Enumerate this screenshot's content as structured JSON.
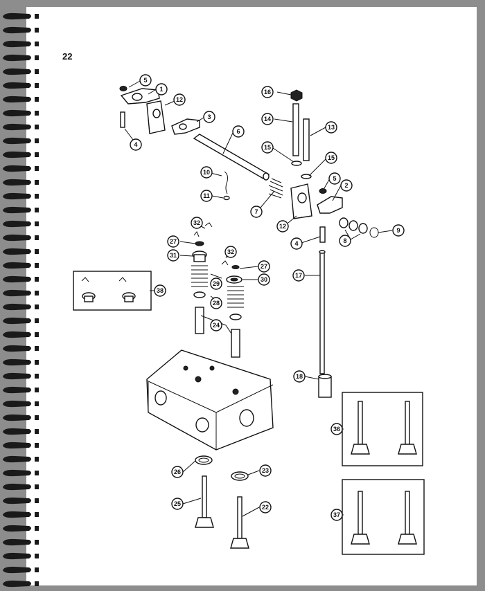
{
  "page": {
    "number": "22"
  },
  "callouts": {
    "c1": "1",
    "c2": "2",
    "c3": "3",
    "c4a": "4",
    "c4b": "4",
    "c5a": "5",
    "c5b": "5",
    "c6": "6",
    "c7": "7",
    "c8": "8",
    "c9": "9",
    "c10": "10",
    "c11": "11",
    "c12a": "12",
    "c12b": "12",
    "c13": "13",
    "c14": "14",
    "c15a": "15",
    "c15b": "15",
    "c16": "16",
    "c17": "17",
    "c18": "18",
    "c22": "22",
    "c23": "23",
    "c24": "24",
    "c25": "25",
    "c26": "26",
    "c27a": "27",
    "c27b": "27",
    "c28": "28",
    "c29": "29",
    "c30": "30",
    "c31": "31",
    "c32a": "32",
    "c32b": "32",
    "c36": "36",
    "c37": "37",
    "c38": "38"
  },
  "colors": {
    "frame": "#8d8d8d",
    "paper": "#ffffff",
    "ink": "#111111",
    "binding": "#1a1a1a"
  }
}
